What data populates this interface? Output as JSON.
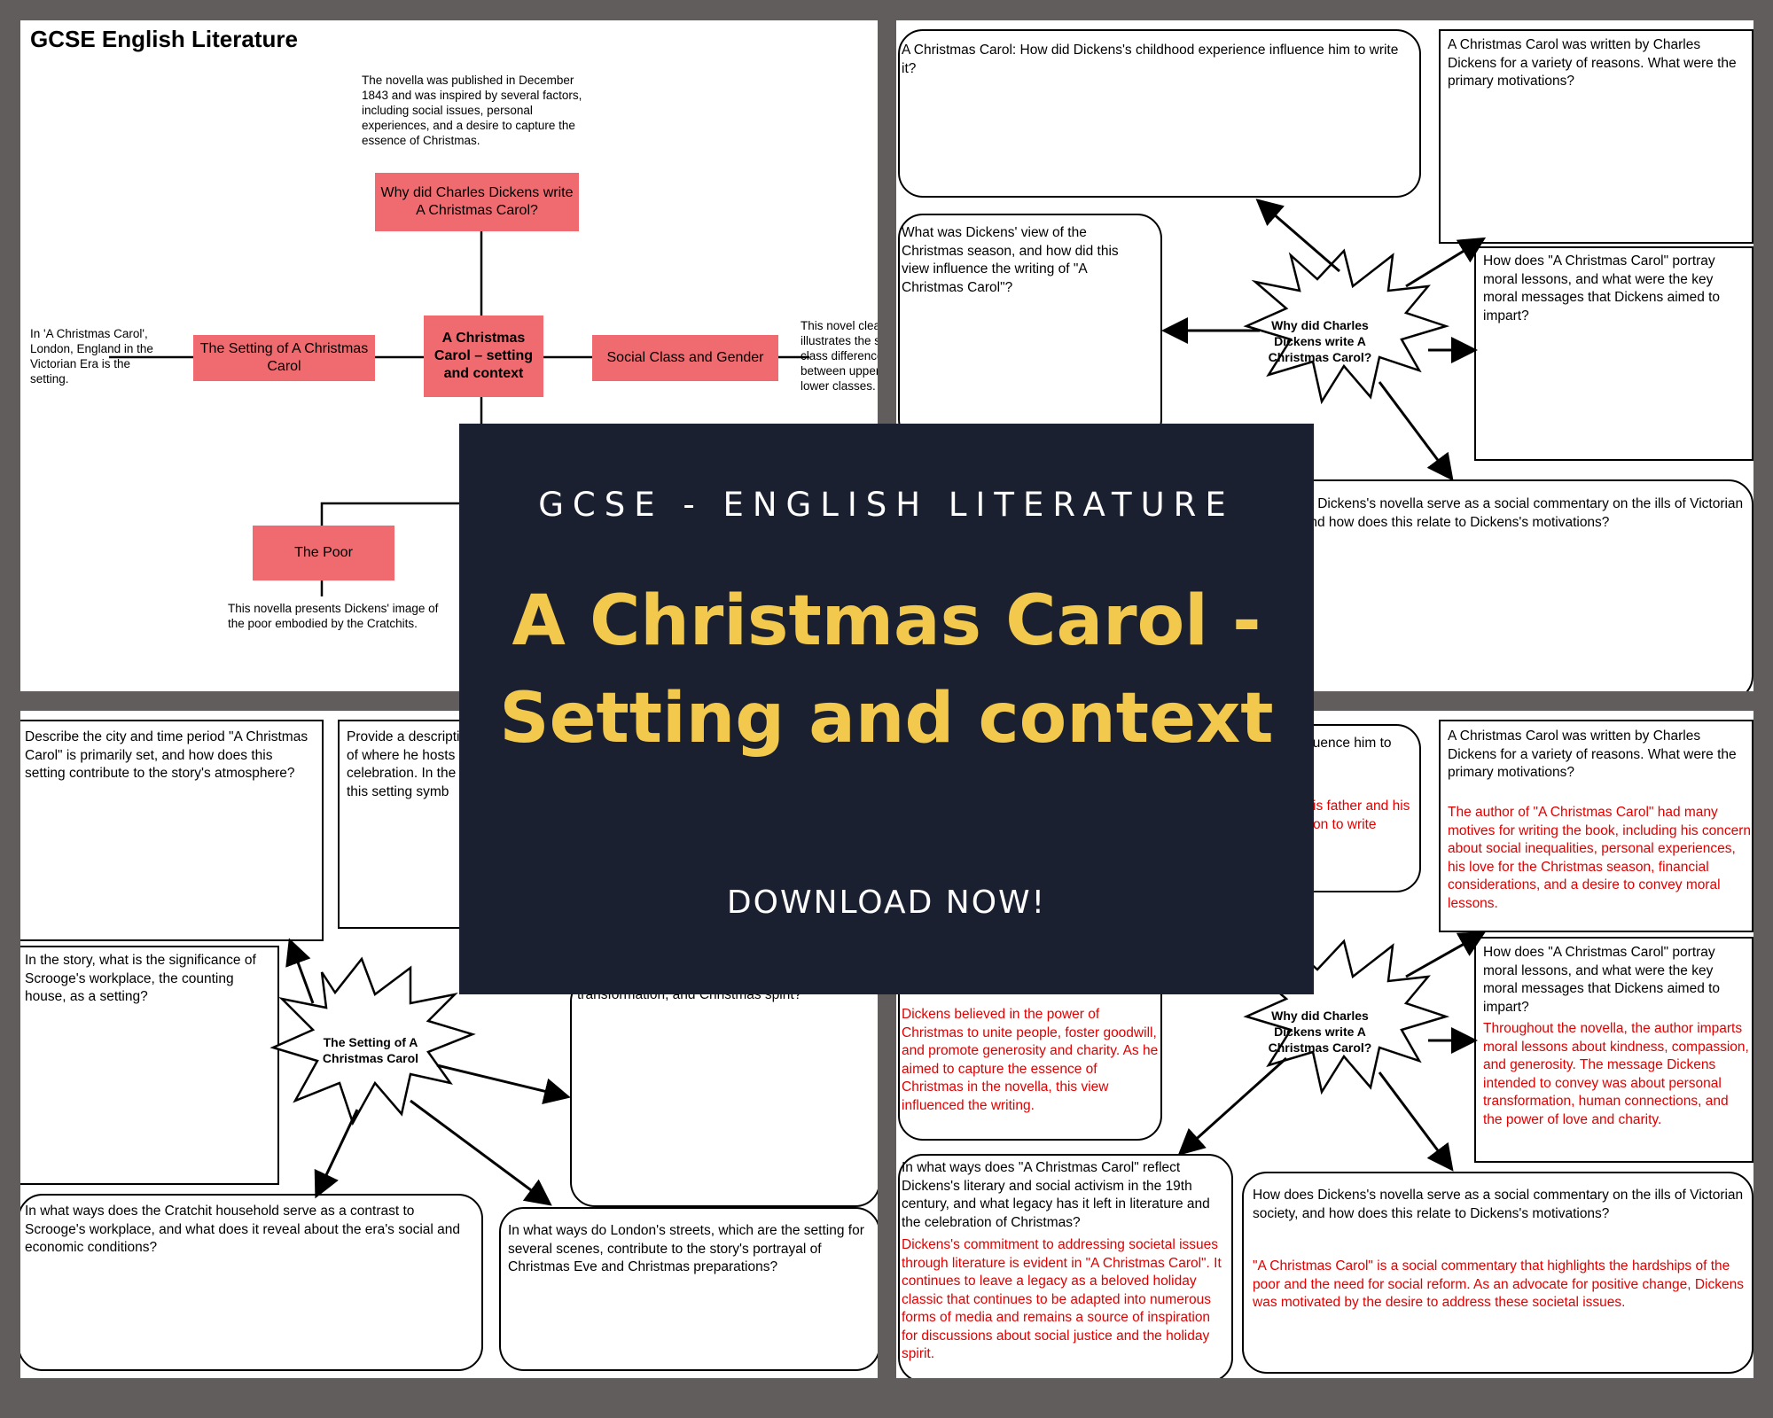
{
  "banner": {
    "kicker": "GCSE - ENGLISH LITERATURE",
    "title": "A Christmas Carol - Setting and context",
    "cta": "DOWNLOAD NOW!"
  },
  "mindmap": {
    "heading": "GCSE English Literature",
    "top_note": "The novella was published in December 1843 and was inspired by several factors, including social issues, personal experiences, and a desire to capture the essence of Christmas.",
    "why_box": "Why did Charles Dickens write A Christmas Carol?",
    "center_box": "A Christmas Carol – setting and context",
    "setting_box": "The Setting of A Christmas Carol",
    "setting_note": "In 'A Christmas Carol', London, England in the Victorian Era is the setting.",
    "social_box": "Social Class and Gender",
    "social_note": "This novel clearly illustrates the stark class differences between upper and lower classes.",
    "poor_box": "The Poor",
    "poor_note": "This novella presents Dickens' image of the poor embodied by the Cratchits."
  },
  "why_sheet": {
    "q_childhood": "A Christmas Carol: How did Dickens's childhood experience influence him to write it?",
    "q_motivations": "A Christmas Carol was written by Charles Dickens for a variety of reasons. What were the primary motivations?",
    "q_view": "What was Dickens' view of the Christmas season, and how did this view influence the writing of \"A Christmas Carol\"?",
    "q_moral": "How does \"A Christmas Carol\" portray moral lessons, and what were the key moral messages that Dickens aimed to impart?",
    "q_commentary": "How does Dickens's novella serve as a social commentary on the ills of Victorian society, and how does this relate to Dickens's motivations?",
    "star": "Why did Charles Dickens write A Christmas Carol?"
  },
  "setting_sheet": {
    "q_city": "Describe the city and time period \"A Christmas Carol\" is primarily set, and how does this setting contribute to the story's atmosphere?",
    "q_provide": "Provide a description of where he hosts a celebration. In the this setting symb",
    "q_workplace": "In the story, what is the significance of Scrooge's workplace, the counting house, as a setting?",
    "q_themes": "central themes, such as social inequality, transformation, and Christmas spirit?",
    "q_cratchit": "In what ways does the Cratchit household serve as a contrast to Scrooge's workplace, and what does it reveal about the era's social and economic conditions?",
    "q_streets": "In what ways do London's streets, which are the setting for several scenes, contribute to the story's portrayal of Christmas Eve and Christmas preparations?",
    "star": "The Setting of A Christmas Carol"
  },
  "answer_sheet": {
    "q_childhood_partial": "fluence him to",
    "a_childhood_partial": "is father and his on to write",
    "q_motivations": "A Christmas Carol was written by Charles Dickens for a variety of reasons. What were the primary motivations?",
    "a_motivations": "The author of \"A Christmas Carol\" had many motives for writing the book, including his concern about social inequalities, personal experiences, his love for the Christmas season, financial considerations, and a desire to convey moral lessons.",
    "a_view": "Dickens believed in the power of Christmas to unite people, foster goodwill, and promote generosity and charity. As he aimed to capture the essence of Christmas in the novella, this view influenced the writing.",
    "q_moral": "How does \"A Christmas Carol\" portray moral lessons, and what were the key moral messages that Dickens aimed to impart?",
    "a_moral": "Throughout the novella, the author imparts moral lessons about kindness, compassion, and generosity. The message Dickens intended to convey was about personal transformation, human connections, and the power of love and charity.",
    "q_legacy": "In what ways does \"A Christmas Carol\" reflect Dickens's literary and social activism in the 19th century, and what legacy has it left in literature and the celebration of Christmas?",
    "a_legacy": "Dickens's commitment to addressing societal issues through literature is evident in \"A Christmas Carol\". It continues to leave a legacy as a beloved holiday classic that continues to be adapted into numerous forms of media and remains a source of inspiration for discussions about social justice and the holiday spirit.",
    "q_commentary": "How does Dickens's novella serve as a social commentary on the ills of Victorian society, and how does this relate to Dickens's motivations?",
    "a_commentary": "\"A Christmas Carol\" is a social commentary that highlights the hardships of the poor and the need for social reform. As an advocate for positive change, Dickens was motivated by the desire to address these societal issues.",
    "star": "Why did Charles Dickens write A Christmas Carol?"
  },
  "colors": {
    "background": "#625d5d",
    "banner": "#1b2030",
    "accent": "#f2c94c",
    "pink": "#f06b6f",
    "answer_red": "#e00000"
  }
}
